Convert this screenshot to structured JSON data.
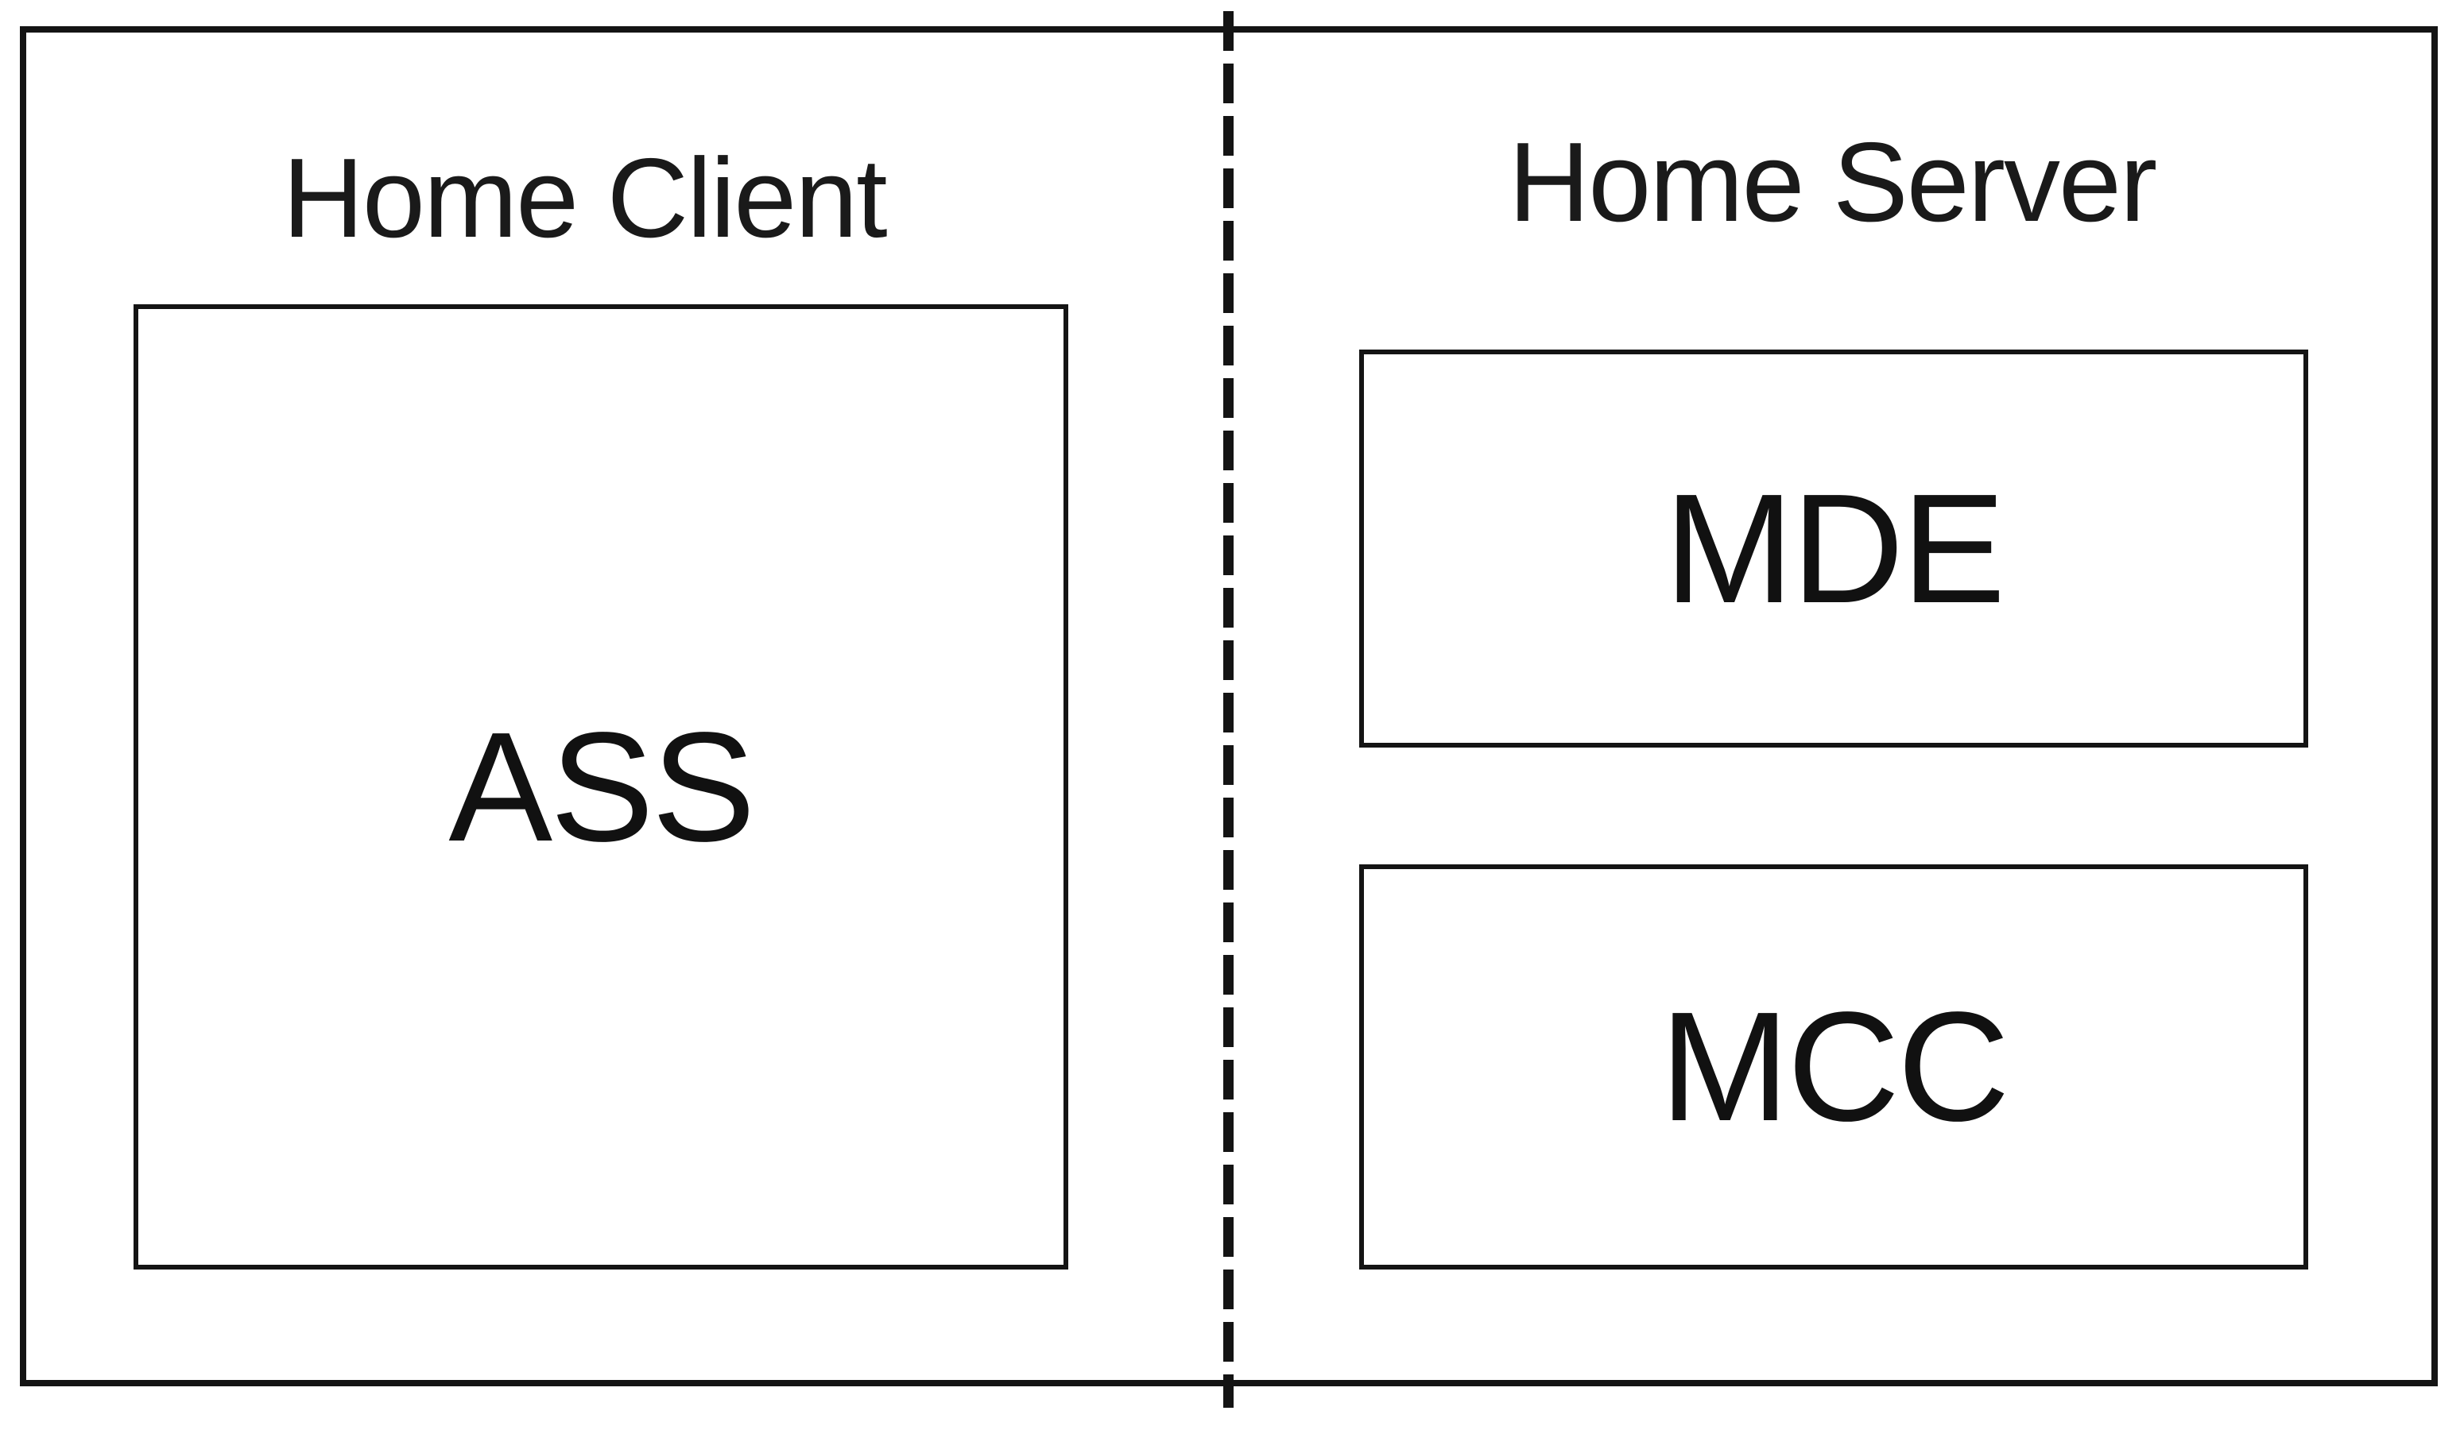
{
  "diagram": {
    "colors": {
      "line": "#141414",
      "background": "#ffffff",
      "text": "#1a1a1a"
    },
    "left_panel": {
      "title": "Home Client",
      "boxes": [
        {
          "label": "ASS"
        }
      ]
    },
    "right_panel": {
      "title": "Home Server",
      "boxes": [
        {
          "label": "MDE"
        },
        {
          "label": "MCC"
        }
      ]
    }
  }
}
